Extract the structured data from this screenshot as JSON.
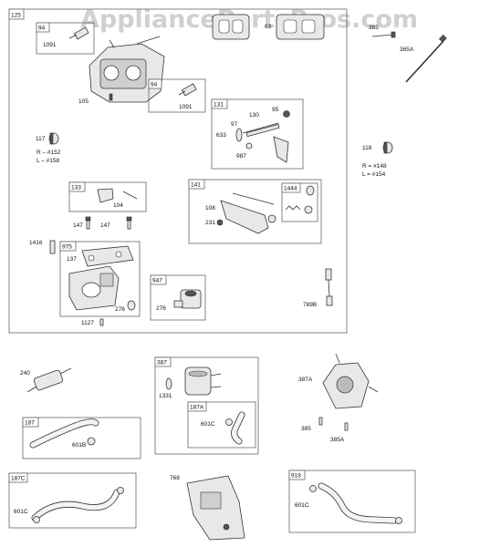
{
  "watermark": "AppliancePartsPros.com",
  "group_labels": {
    "g125": "125",
    "g94a": "94",
    "g94b": "94",
    "g131": "131",
    "g133": "133",
    "g141": "141",
    "g1444": "1444",
    "g975": "975",
    "g947": "947",
    "g187": "187",
    "g387": "387",
    "g187a": "187A",
    "g187c": "187C",
    "g918": "918"
  },
  "part_labels": {
    "p1091a": "1091",
    "p105": "105",
    "p1091b": "1091",
    "p117": "117",
    "p_r152": "R – #152",
    "p_l158": "L – #158",
    "p130": "130",
    "p95": "95",
    "p97": "97",
    "p633": "633",
    "p987": "987",
    "p118": "118",
    "p_r148": "R = #148",
    "p_l154": "L = #154",
    "p104": "104",
    "p108": "108",
    "p231": "231",
    "p147a": "147",
    "p147b": "147",
    "p1416": "1416",
    "p137": "137",
    "p276a": "276",
    "p276b": "276",
    "p1127": "1127",
    "p789b": "789B",
    "p385a": "385",
    "p365a": "365A",
    "p240": "240",
    "p1331": "1331",
    "p601c_a": "601C",
    "p387a": "387A",
    "p385b": "385",
    "p385a2": "385A",
    "p601b": "601B",
    "p768": "768",
    "p601c_b": "601C",
    "p601c_c": "601C",
    "p_top_frag": "63"
  },
  "icons": [
    "carburetor",
    "gasket",
    "screw",
    "throttle-shaft",
    "fuel-filter",
    "fuel-pump",
    "fuel-hose",
    "clamp",
    "bracket",
    "wire-connector",
    "governor-lever"
  ]
}
